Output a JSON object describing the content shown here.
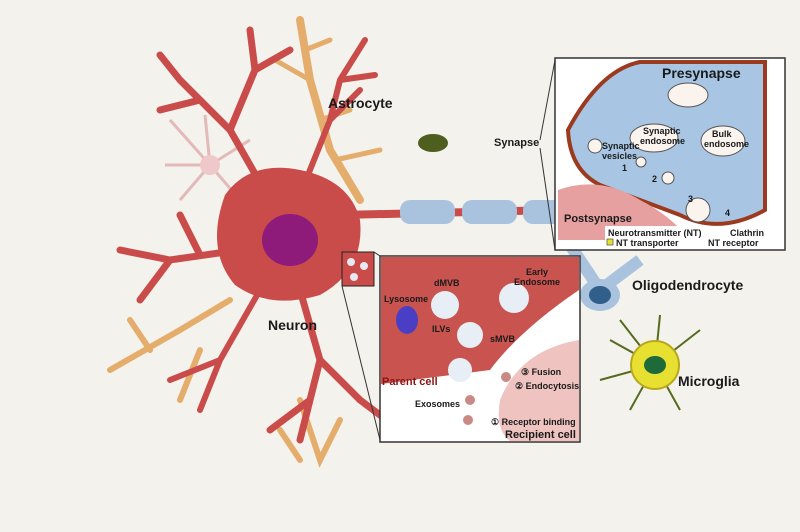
{
  "labels": {
    "astrocyte": "Astrocyte",
    "synapse": "Synapse",
    "neuron": "Neuron",
    "oligodendrocyte": "Oligodendrocyte",
    "microglia": "Microglia"
  },
  "synapse_panel": {
    "presynapse": "Presynapse",
    "postsynapse": "Postsynapse",
    "synaptic_endosome_1": "Synaptic",
    "synaptic_endosome_2": "endosome",
    "bulk_endosome_1": "Bulk",
    "bulk_endosome_2": "endosome",
    "synaptic_vesicles_1": "Synaptic",
    "synaptic_vesicles_2": "vesicles",
    "steps": [
      "1",
      "2",
      "3",
      "4"
    ],
    "legend": {
      "neurotransmitter": "Neurotransmitter (NT)",
      "clathrin": "Clathrin",
      "nt_transporter": "NT transporter",
      "nt_receptor": "NT receptor"
    }
  },
  "exosome_panel": {
    "early_endosome_1": "Early",
    "early_endosome_2": "Endosome",
    "dmvb": "dMVB",
    "lysosome": "Lysosome",
    "ilvs": "ILVs",
    "smvb": "sMVB",
    "parent_cell": "Parent cell",
    "fusion": "③ Fusion",
    "endocytosis": "② Endocytosis",
    "exosomes": "Exosomes",
    "receptor_binding": "① Receptor binding",
    "recipient_cell": "Recipient cell"
  },
  "colors": {
    "neuron": "#c94c4a",
    "nucleus": "#8e1a7a",
    "astrocyte": "#e8b070",
    "myelin": "#a9c3de",
    "presynapse": "#a8c6e4",
    "microglia": "#e8e030",
    "oligodendrocyte": "#2f5f8a"
  }
}
